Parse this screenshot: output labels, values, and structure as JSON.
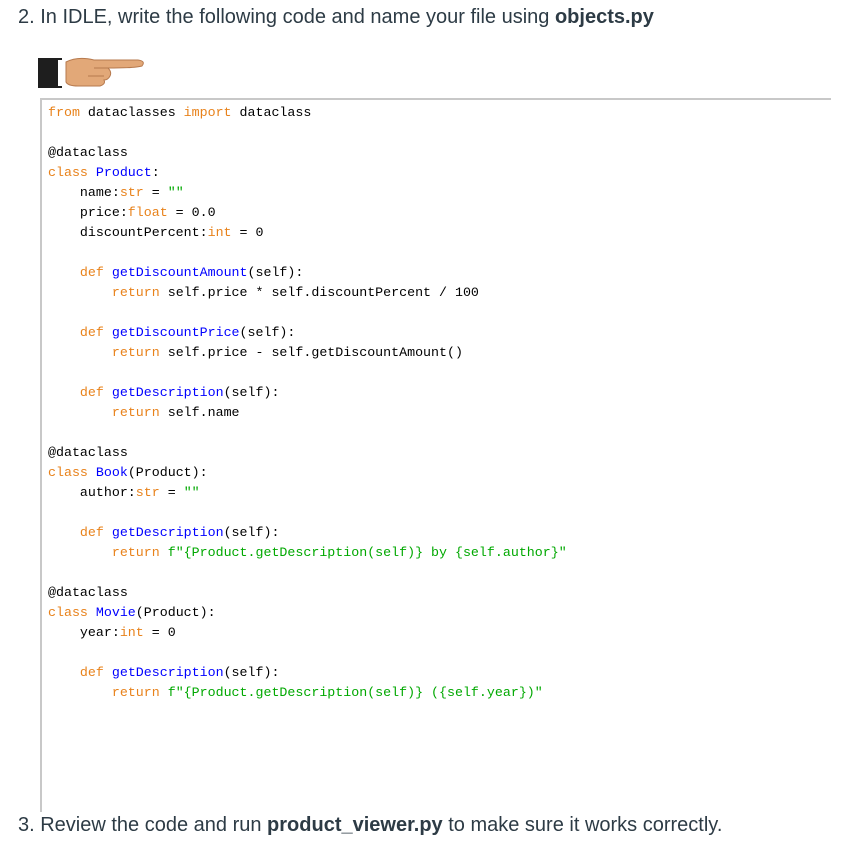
{
  "instructions": {
    "step2": {
      "prefix": "2. In IDLE, write the following code and name your file using ",
      "filename": "objects.py"
    },
    "step3": {
      "prefix": "3. Review the code and run ",
      "filename": "product_viewer.py",
      "suffix": " to make sure it works correctly."
    }
  },
  "hand_icon": "pointing-hand-icon",
  "colors": {
    "keyword": "#e8821b",
    "definition": "#0000ff",
    "string": "#00a800",
    "text": "#2d3b45"
  },
  "code_lines": [
    [
      {
        "t": "from",
        "c": "kw"
      },
      {
        "t": " dataclasses "
      },
      {
        "t": "import",
        "c": "kw"
      },
      {
        "t": " dataclass"
      }
    ],
    [],
    [
      {
        "t": "@dataclass"
      }
    ],
    [
      {
        "t": "class",
        "c": "kw"
      },
      {
        "t": " "
      },
      {
        "t": "Product",
        "c": "fn"
      },
      {
        "t": ":"
      }
    ],
    [
      {
        "t": "    name:"
      },
      {
        "t": "str",
        "c": "kw"
      },
      {
        "t": " = "
      },
      {
        "t": "\"\"",
        "c": "st"
      }
    ],
    [
      {
        "t": "    price:"
      },
      {
        "t": "float",
        "c": "kw"
      },
      {
        "t": " = 0.0"
      }
    ],
    [
      {
        "t": "    discountPercent:"
      },
      {
        "t": "int",
        "c": "kw"
      },
      {
        "t": " = 0"
      }
    ],
    [],
    [
      {
        "t": "    "
      },
      {
        "t": "def",
        "c": "kw"
      },
      {
        "t": " "
      },
      {
        "t": "getDiscountAmount",
        "c": "fn"
      },
      {
        "t": "(self):"
      }
    ],
    [
      {
        "t": "        "
      },
      {
        "t": "return",
        "c": "kw"
      },
      {
        "t": " self.price * self.discountPercent / 100"
      }
    ],
    [],
    [
      {
        "t": "    "
      },
      {
        "t": "def",
        "c": "kw"
      },
      {
        "t": " "
      },
      {
        "t": "getDiscountPrice",
        "c": "fn"
      },
      {
        "t": "(self):"
      }
    ],
    [
      {
        "t": "        "
      },
      {
        "t": "return",
        "c": "kw"
      },
      {
        "t": " self.price - self.getDiscountAmount()"
      }
    ],
    [],
    [
      {
        "t": "    "
      },
      {
        "t": "def",
        "c": "kw"
      },
      {
        "t": " "
      },
      {
        "t": "getDescription",
        "c": "fn"
      },
      {
        "t": "(self):"
      }
    ],
    [
      {
        "t": "        "
      },
      {
        "t": "return",
        "c": "kw"
      },
      {
        "t": " self.name"
      }
    ],
    [],
    [
      {
        "t": "@dataclass"
      }
    ],
    [
      {
        "t": "class",
        "c": "kw"
      },
      {
        "t": " "
      },
      {
        "t": "Book",
        "c": "fn"
      },
      {
        "t": "(Product):"
      }
    ],
    [
      {
        "t": "    author:"
      },
      {
        "t": "str",
        "c": "kw"
      },
      {
        "t": " = "
      },
      {
        "t": "\"\"",
        "c": "st"
      }
    ],
    [],
    [
      {
        "t": "    "
      },
      {
        "t": "def",
        "c": "kw"
      },
      {
        "t": " "
      },
      {
        "t": "getDescription",
        "c": "fn"
      },
      {
        "t": "(self):"
      }
    ],
    [
      {
        "t": "        "
      },
      {
        "t": "return",
        "c": "kw"
      },
      {
        "t": " "
      },
      {
        "t": "f\"{Product.getDescription(self)} by {self.author}\"",
        "c": "st"
      }
    ],
    [],
    [
      {
        "t": "@dataclass"
      }
    ],
    [
      {
        "t": "class",
        "c": "kw"
      },
      {
        "t": " "
      },
      {
        "t": "Movie",
        "c": "fn"
      },
      {
        "t": "(Product):"
      }
    ],
    [
      {
        "t": "    year:"
      },
      {
        "t": "int",
        "c": "kw"
      },
      {
        "t": " = 0"
      }
    ],
    [],
    [
      {
        "t": "    "
      },
      {
        "t": "def",
        "c": "kw"
      },
      {
        "t": " "
      },
      {
        "t": "getDescription",
        "c": "fn"
      },
      {
        "t": "(self):"
      }
    ],
    [
      {
        "t": "        "
      },
      {
        "t": "return",
        "c": "kw"
      },
      {
        "t": " "
      },
      {
        "t": "f\"{Product.getDescription(self)} ({self.year})\"",
        "c": "st"
      }
    ]
  ]
}
